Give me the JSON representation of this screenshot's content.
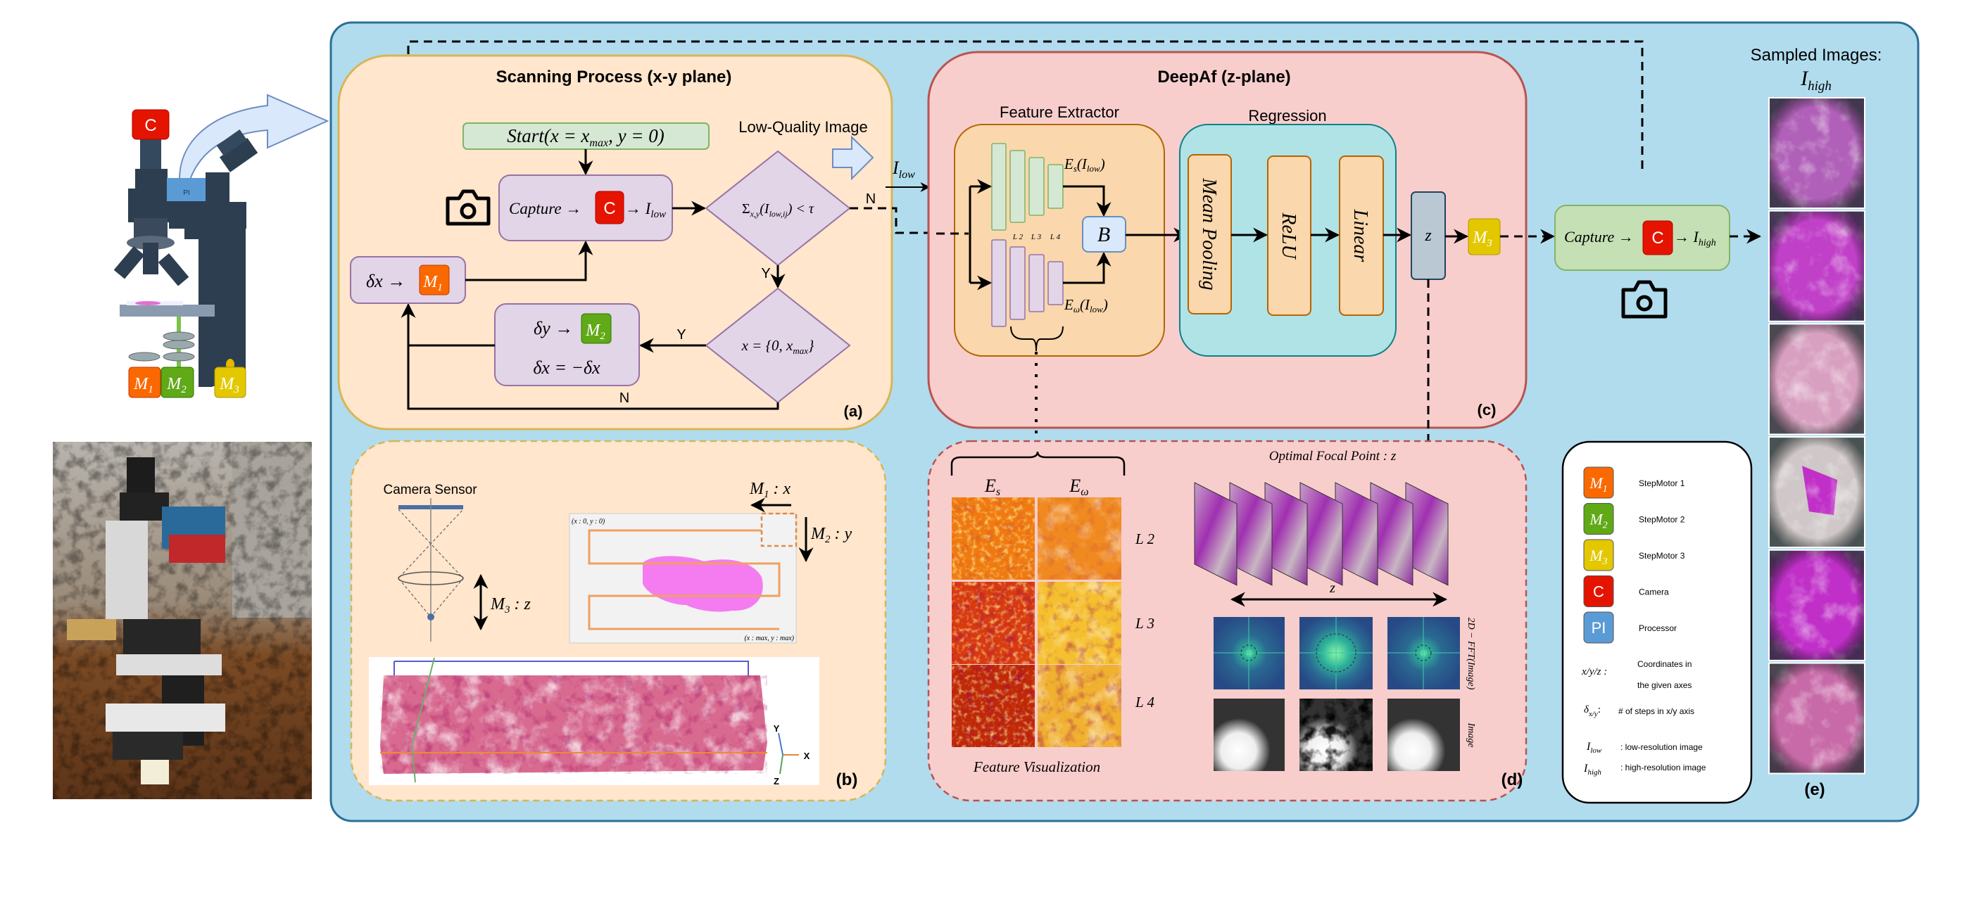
{
  "colors": {
    "main_panel": "#b1dcee",
    "scan_panel": "#ffe6cc",
    "deepaf_panel": "#f8cecc",
    "motor1": "#fa6800",
    "motor2": "#60a917",
    "motor3": "#e3c800",
    "camera": "#e51400",
    "processor": "#5b9bd5",
    "regression": "#b0e3e6",
    "feature_extractor": "#fad7ac"
  },
  "microscope": {
    "camera": "C",
    "processor": "PI",
    "motor1": {
      "base": "M",
      "sub": "1"
    },
    "motor2": {
      "base": "M",
      "sub": "2"
    },
    "motor3": {
      "base": "M",
      "sub": "3"
    }
  },
  "panel_a": {
    "title": "Scanning Process (x-y plane)",
    "label": "(a)",
    "start": {
      "pre": "Start(x = x",
      "sub": "max",
      "post": ", y = 0)"
    },
    "capture": {
      "text": "Capture →",
      "camera": "C",
      "arrow": "→ I",
      "sub": "low"
    },
    "condition1": {
      "pre": "Σ",
      "sub1": "x,y",
      "mid": "(I",
      "sub2": "low,ij",
      "post": ") < τ"
    },
    "condition2": {
      "pre": "x = {0, x",
      "sub": "max",
      "post": "}"
    },
    "step_x": {
      "text": "δx →",
      "motor": "M",
      "motor_sub": "1"
    },
    "step_y": {
      "text": "δy →",
      "motor": "M",
      "motor_sub": "2",
      "reverse": "δx = −δx"
    },
    "yes": "Y",
    "no": "N",
    "low_quality_label": "Low-Quality Image",
    "output": {
      "base": "I",
      "sub": "low"
    }
  },
  "panel_b": {
    "label": "(b)",
    "camera_sensor": "Camera Sensor",
    "motor3_axis": {
      "base": "M",
      "sub": "3",
      "post": " : z"
    },
    "motor1_axis": {
      "base": "M",
      "sub": "1",
      "post": " : x"
    },
    "motor2_axis": {
      "base": "M",
      "sub": "2",
      "post": " : y"
    },
    "start_coord": "(x : 0, y : 0)",
    "end_coord": "(x : max, y : max)",
    "axes": {
      "x": "X",
      "y": "Y",
      "z": "Z"
    }
  },
  "panel_c": {
    "title": "DeepAf (z-plane)",
    "label": "(c)",
    "feature_extractor": "Feature Extractor",
    "regression": "Regression",
    "spatial": {
      "base": "E",
      "sub": "s",
      "mid": "(I",
      "sub2": "low",
      "post": ")"
    },
    "wavelet": {
      "base": "E",
      "sub": "ω",
      "mid": "(I",
      "sub2": "low",
      "post": ")"
    },
    "layers": [
      "L 2",
      "L 3",
      "L 4"
    ],
    "blend": "B",
    "regression_layers": [
      "Mean Pooling",
      "ReLU",
      "Linear"
    ],
    "output": "z",
    "motor3": {
      "base": "M",
      "sub": "3"
    }
  },
  "panel_d": {
    "label": "(d)",
    "spatial_header": {
      "base": "E",
      "sub": "s"
    },
    "wavelet_header": {
      "base": "E",
      "sub": "ω"
    },
    "layers": [
      "L 2",
      "L 3",
      "L 4"
    ],
    "feature_caption": "Feature Visualization",
    "focal_label": "Optimal Focal Point : z",
    "z_axis": "z",
    "fft_label": "2D − FFT(Image)",
    "image_label": "Image"
  },
  "panel_e": {
    "label": "(e)",
    "title": "Sampled Images:",
    "subtitle": {
      "base": "I",
      "sub": "high"
    },
    "capture": {
      "text": "Capture →",
      "camera": "C",
      "arrow": "→ I",
      "sub": "high"
    }
  },
  "legend": {
    "items": [
      {
        "badge": "M",
        "sub": "1",
        "label": "StepMotor 1",
        "color": "#fa6800"
      },
      {
        "badge": "M",
        "sub": "2",
        "label": "StepMotor 2",
        "color": "#60a917"
      },
      {
        "badge": "M",
        "sub": "3",
        "label": "StepMotor 3",
        "color": "#e3c800"
      },
      {
        "badge": "C",
        "sub": "",
        "label": "Camera",
        "color": "#e51400"
      },
      {
        "badge": "PI",
        "sub": "",
        "label": "Processor",
        "color": "#5b9bd5"
      }
    ],
    "coords": {
      "symbol": "x/y/z :",
      "line1": "Coordinates in",
      "line2": "the given axes"
    },
    "steps": {
      "symbol": "δ",
      "sub": "x/y",
      "colon": ":",
      "label": "# of steps in x/y axis"
    },
    "low": {
      "base": "I",
      "sub": "low",
      "label": ": low-resolution image"
    },
    "high": {
      "base": "I",
      "sub": "high",
      "label": ": high-resolution image"
    }
  }
}
